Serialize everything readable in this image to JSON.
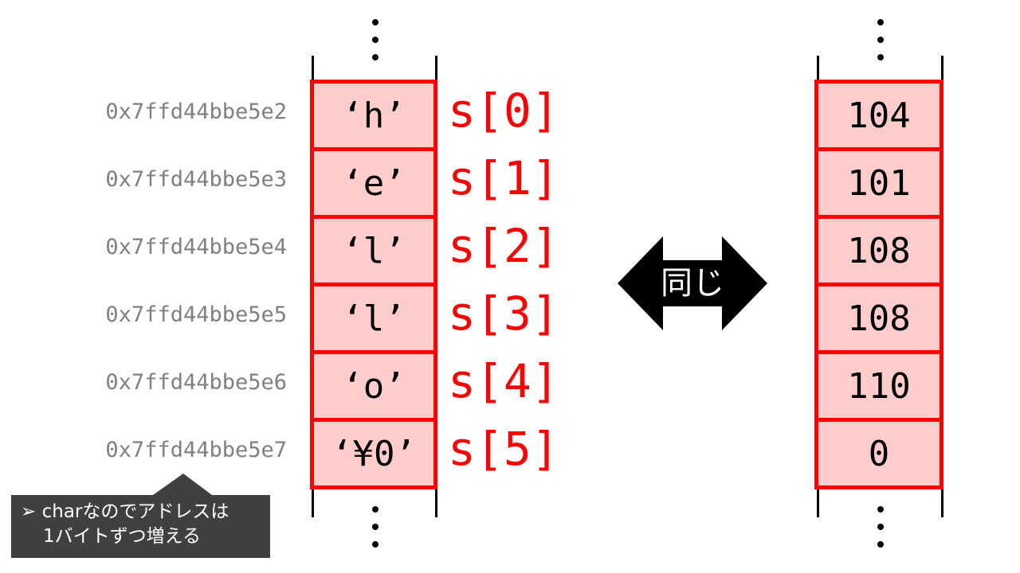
{
  "addresses": [
    "0x7ffd44bbe5e2",
    "0x7ffd44bbe5e3",
    "0x7ffd44bbe5e4",
    "0x7ffd44bbe5e5",
    "0x7ffd44bbe5e6",
    "0x7ffd44bbe5e7"
  ],
  "chars": [
    "‘h’",
    "‘e’",
    "‘l’",
    "‘l’",
    "‘o’",
    "‘¥0’"
  ],
  "indices": [
    "s[0]",
    "s[1]",
    "s[2]",
    "s[3]",
    "s[4]",
    "s[5]"
  ],
  "codes": [
    "104",
    "101",
    "108",
    "108",
    "110",
    "0"
  ],
  "arrow_label": "同じ",
  "callout": {
    "bullet": "➢",
    "line1": "charなのでアドレスは",
    "line2": "1バイトずつ増える"
  },
  "colors": {
    "cell_fill": "#ffcccc",
    "cell_border": "#ff0000",
    "index_text": "#ff0000",
    "callout_bg": "#404040"
  }
}
